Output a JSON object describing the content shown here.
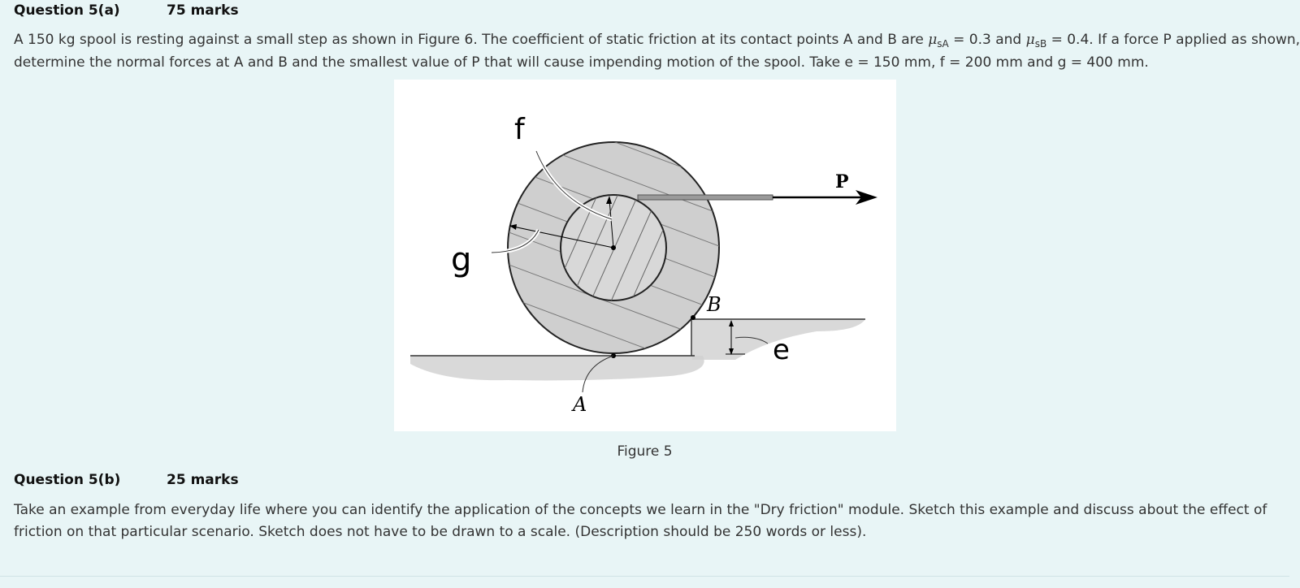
{
  "q5a": {
    "title": "Question 5(a)",
    "marks": "75 marks",
    "p1_a": "A 150 kg spool is resting against a small step as shown in Figure 6. The coefficient of static friction at its contact points A and B are ",
    "mu_symbol": "μ",
    "sub_a": "sA",
    "p1_b": " = 0.3 and ",
    "sub_b": "sB",
    "p1_c": " = 0.4. If a force P applied as shown,",
    "p2": "determine the normal forces at A and B and the smallest value of P that will cause impending motion of the spool. Take e = 150 mm, f = 200 mm and g = 400 mm."
  },
  "figure": {
    "label_f": "f",
    "label_g": "g",
    "label_p": "P",
    "label_b": "B",
    "label_e": "e",
    "label_a": "A",
    "caption": "Figure 5"
  },
  "q5b": {
    "title": "Question 5(b)",
    "marks": "25 marks",
    "line1": "Take an example from everyday life where you can identify the application of the concepts we learn in the \"Dry friction\" module. Sketch this example and discuss about the effect of",
    "line2": "friction on that particular scenario. Sketch does not have to be drawn to a scale. (Description should be 250 words or less)."
  }
}
